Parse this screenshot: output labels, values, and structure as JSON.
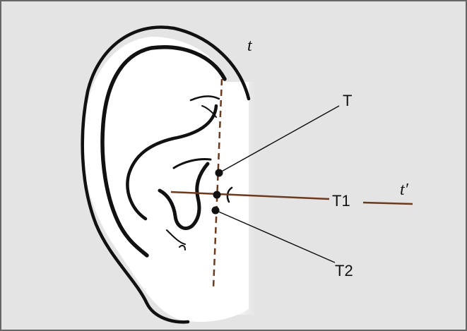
{
  "diagram": {
    "labels": {
      "t": "t",
      "t_prime": "t′",
      "T": "T",
      "T1": "T1",
      "T2": "T2"
    },
    "colors": {
      "background": "#e4e4e4",
      "frame": "#666666",
      "ear_fill": "#ffffff",
      "ear_outline": "#111111",
      "guide_line": "#6b3a1f",
      "pointer_line": "#111111",
      "point": "#111111"
    }
  }
}
